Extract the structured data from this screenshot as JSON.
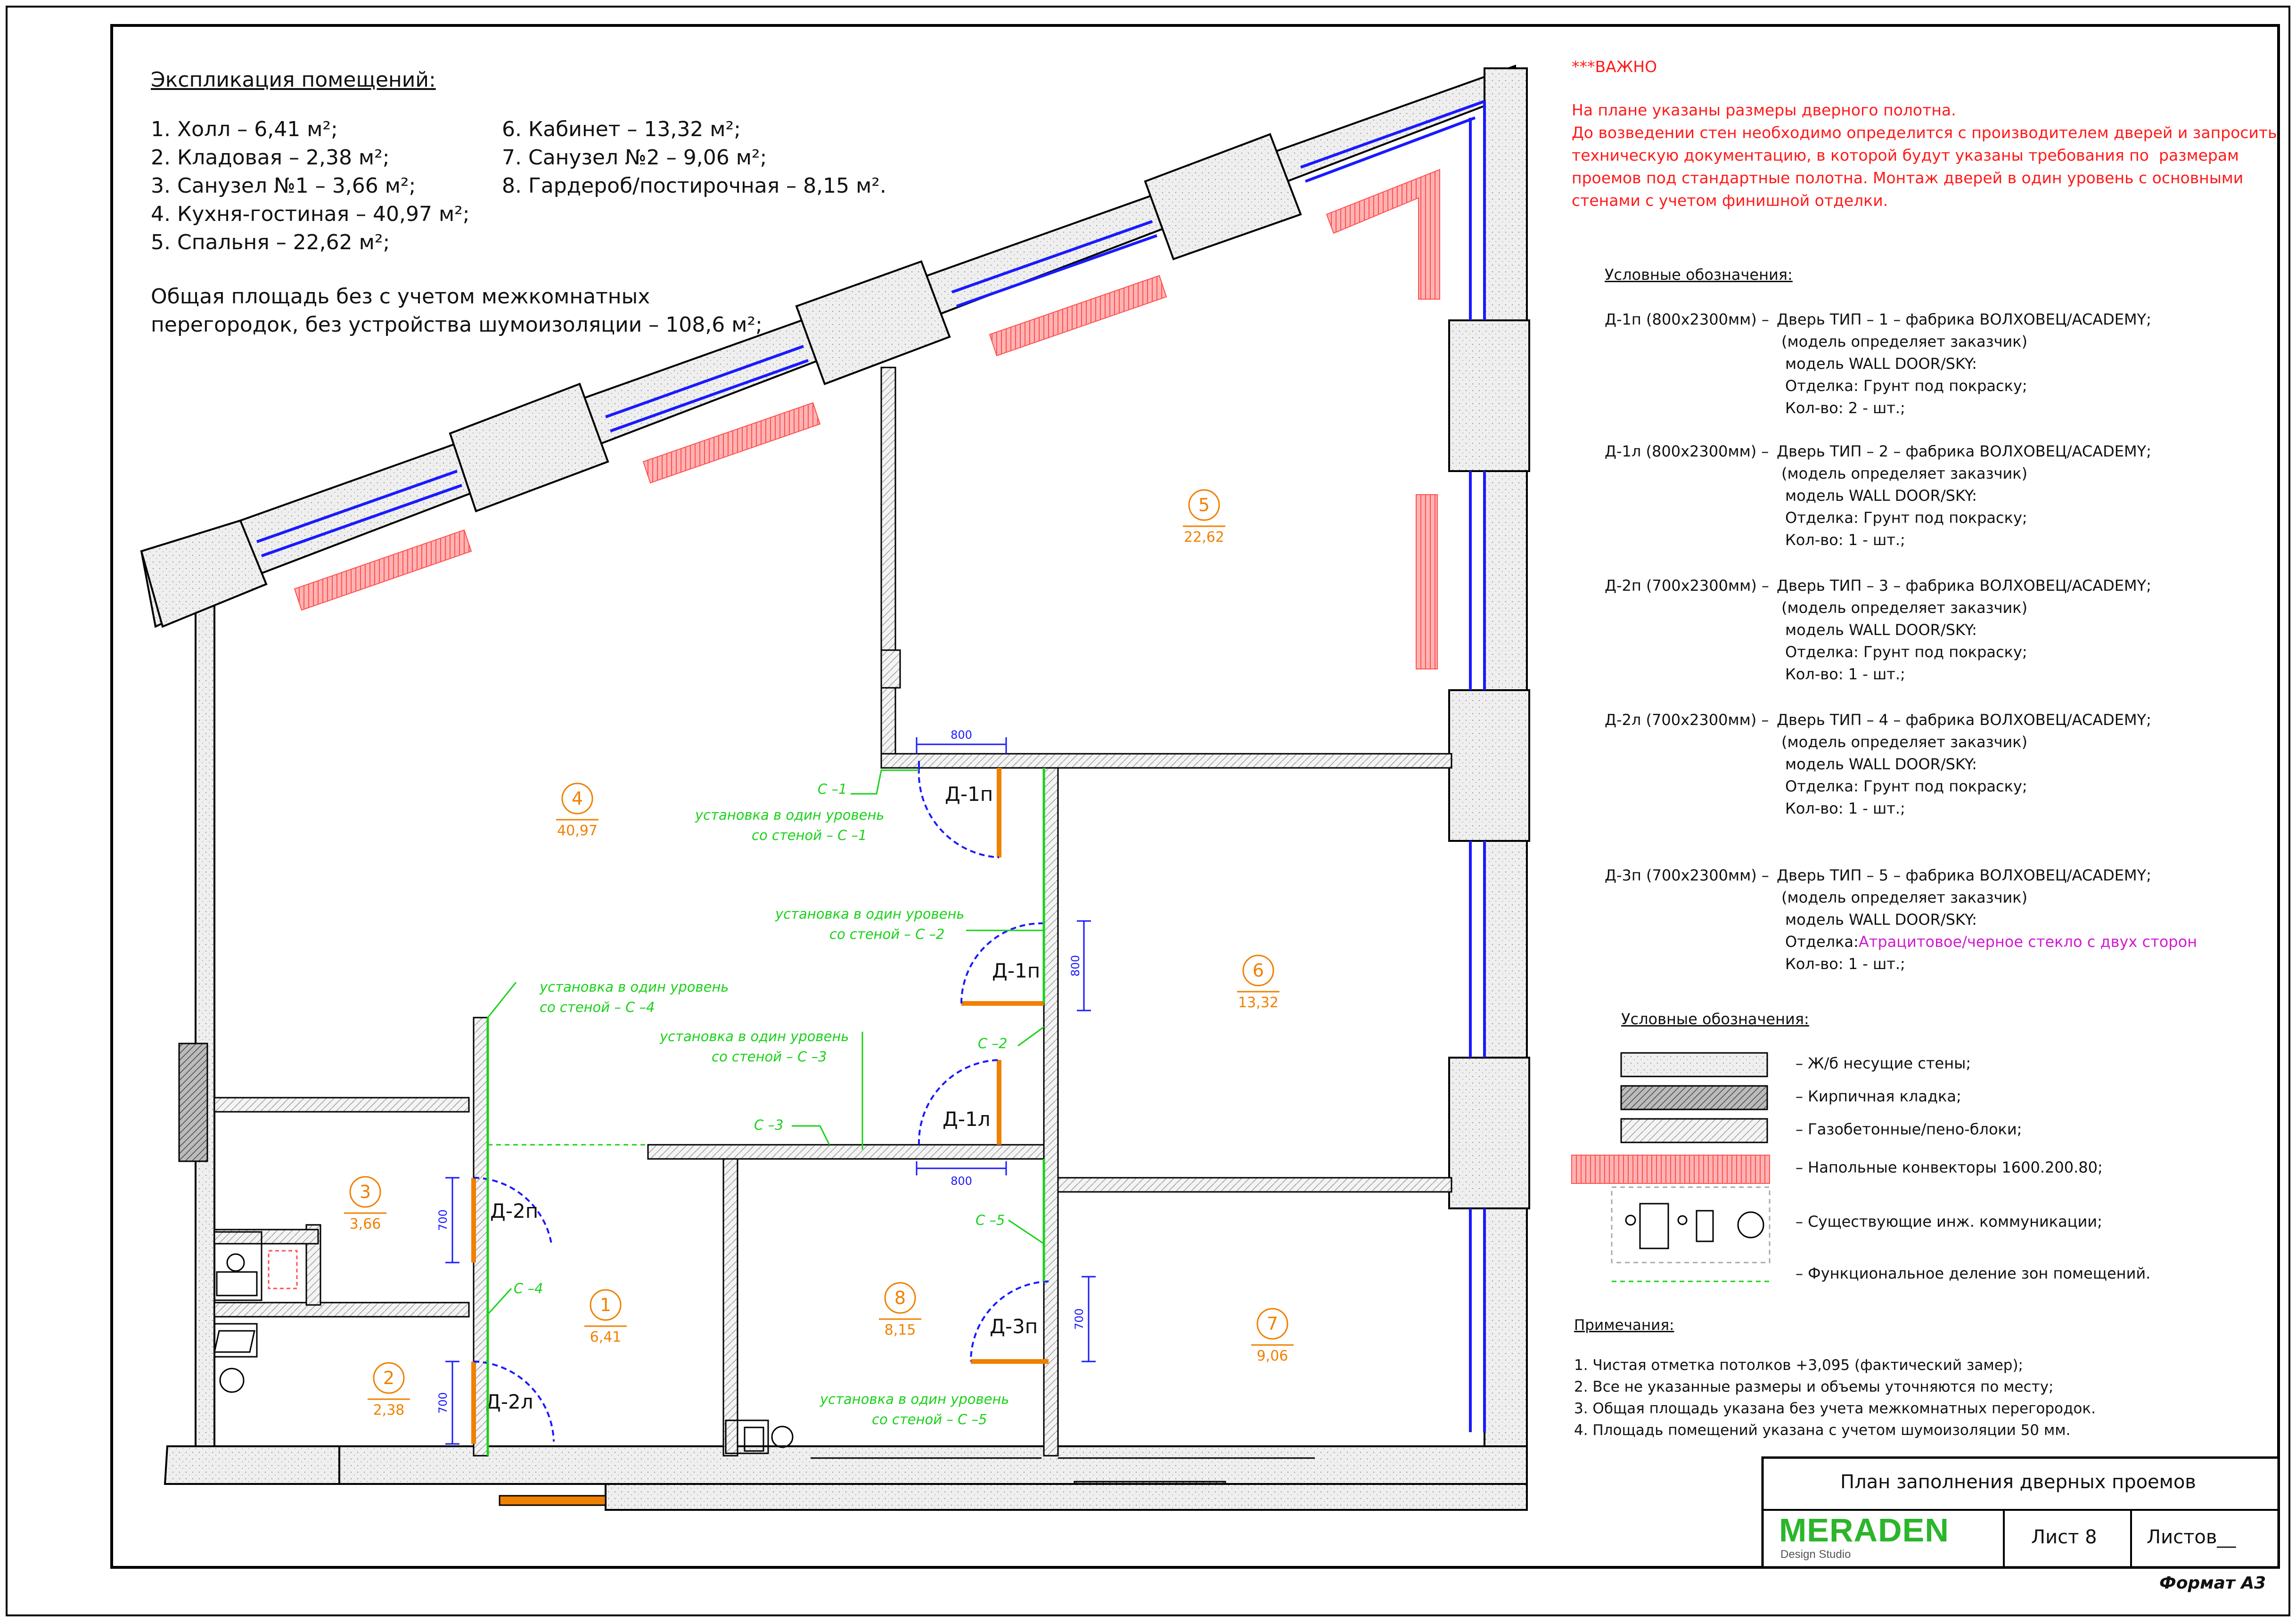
{
  "explication": {
    "title": "Экспликация помещений:",
    "col1": [
      "1. Холл – 6,41 м²;",
      "2. Кладовая – 2,38 м²;",
      "3. Санузел №1 – 3,66 м²;",
      "4. Кухня-гостиная – 40,97 м²;",
      "5. Спальня – 22,62 м²;"
    ],
    "col2": [
      "6. Кабинет – 13,32 м²;",
      "7. Санузел №2 – 9,06 м²;",
      "8. Гардероб/постирочная – 8,15 м²."
    ],
    "total_line1": "Общая площадь без с учетом межкомнатных",
    "total_line2": "перегородок, без устройства шумоизоляции – 108,6 м²;"
  },
  "important": {
    "title": "***ВАЖНО",
    "lines": [
      "На плане указаны размеры дверного полотна.",
      "До возведении стен необходимо определится с производителем дверей и запросить",
      "техническую документацию, в которой будут указаны требования по  размерам",
      "проемов под стандартные полотна. Монтаж дверей в один уровень с основными",
      "стенами с учетом финишной отделки."
    ]
  },
  "doors_legend": {
    "title": "Условные обозначения:",
    "items": [
      {
        "code": "Д-1п (800х2300мм) –",
        "type": "Дверь ТИП – 1 – фабрика ВОЛХОВЕЦ/ACADEMY;",
        "model1": "(модель определяет заказчик)",
        "model2": "модель WALL DOOR/SKY:",
        "finish_label": "Отделка:",
        "finish": " Грунт под покраску;",
        "qty": "Кол-во: 2 - шт.;"
      },
      {
        "code": "Д-1л (800х2300мм) –",
        "type": "Дверь ТИП – 2 – фабрика ВОЛХОВЕЦ/ACADEMY;",
        "model1": "(модель определяет заказчик)",
        "model2": "модель WALL DOOR/SKY:",
        "finish_label": "Отделка:",
        "finish": " Грунт под покраску;",
        "qty": "Кол-во: 1 - шт.;"
      },
      {
        "code": "Д-2п (700х2300мм) –",
        "type": "Дверь ТИП – 3 – фабрика ВОЛХОВЕЦ/ACADEMY;",
        "model1": "(модель определяет заказчик)",
        "model2": "модель WALL DOOR/SKY:",
        "finish_label": "Отделка:",
        "finish": " Грунт под покраску;",
        "qty": "Кол-во: 1 - шт.;"
      },
      {
        "code": "Д-2л (700х2300мм) –",
        "type": "Дверь ТИП – 4 – фабрика ВОЛХОВЕЦ/ACADEMY;",
        "model1": "(модель определяет заказчик)",
        "model2": "модель WALL DOOR/SKY:",
        "finish_label": "Отделка:",
        "finish": " Грунт под покраску;",
        "qty": "Кол-во: 1 - шт.;"
      },
      {
        "code": "Д-3п (700х2300мм) –",
        "type": "Дверь ТИП – 5 – фабрика ВОЛХОВЕЦ/ACADEMY;",
        "model1": "(модель определяет заказчик)",
        "model2": "модель WALL DOOR/SKY:",
        "finish_label": "Отделка:",
        "finish": "Атрацитовое/черное стекло с двух сторон",
        "qty": "Кол-во: 1 - шт.;"
      }
    ]
  },
  "materials_legend": {
    "title": "Условные обозначения:",
    "items": [
      "– Ж/б несущие стены;",
      "– Кирпичная кладка;",
      "– Газобетонные/пено-блоки;",
      "– Напольные конвекторы 1600.200.80;",
      "– Существующие инж. коммуникации;",
      "– Функциональное деление зон помещений."
    ]
  },
  "notes": {
    "title": "Примечания:",
    "lines": [
      "1. Чистая отметка потолков +3,095 (фактический замер);",
      "2. Все не указанные размеры и объемы уточняются по месту;",
      "3. Общая площадь указана без учета межкомнатных перегородок.",
      "4. Площадь помещений указана с учетом шумоизоляции 50 мм."
    ]
  },
  "title_block": {
    "sheet_title": "План заполнения дверных проемов",
    "logo": "MERADEN",
    "logo_sub": "Design Studio",
    "sheet": "Лист 8",
    "sheets": "Листов__",
    "format": "Формат А3"
  },
  "rooms": [
    {
      "num": "1",
      "area": "6,41"
    },
    {
      "num": "2",
      "area": "2,38"
    },
    {
      "num": "3",
      "area": "3,66"
    },
    {
      "num": "4",
      "area": "40,97"
    },
    {
      "num": "5",
      "area": "22,62"
    },
    {
      "num": "6",
      "area": "13,32"
    },
    {
      "num": "7",
      "area": "9,06"
    },
    {
      "num": "8",
      "area": "8,15"
    }
  ],
  "doors": {
    "d1p_a": "Д-1п",
    "d1p_b": "Д-1п",
    "d1l": "Д-1л",
    "d2p": "Д-2п",
    "d2l": "Д-2л",
    "d3p": "Д-3п"
  },
  "dims": {
    "w800_a": "800",
    "w800_b": "800",
    "w800_c": "800",
    "w700_a": "700",
    "w700_b": "700",
    "w700_c": "700"
  },
  "annotations": {
    "c1": "С –1",
    "c1_text1": "установка в один уровень",
    "c1_text2": "со стеной – С –1",
    "c2_text1": "установка в один уровень",
    "c2_text2": "со стеной – С –2",
    "c2": "С –2",
    "c3_text1": "установка в один уровень",
    "c3_text2": "со стеной – С –3",
    "c3": "С –3",
    "c4_text1": "установка в один уровень",
    "c4_text2": "со стеной – С –4",
    "c4": "С –4",
    "c5": "С –5",
    "c5_text1": "установка в один уровень",
    "c5_text2": "со стеной – С –5"
  },
  "colors": {
    "door_orange": "#f08000",
    "window_blue": "#1a1aff",
    "convector_red": "#ff8080",
    "annotation_green": "#19d119",
    "warning_red": "#ff1a1a",
    "logo_green": "#2bb52b",
    "glass_magenta": "#d11ad1"
  }
}
